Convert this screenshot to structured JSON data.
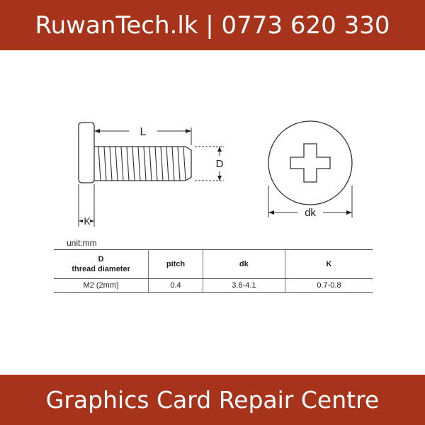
{
  "banner": {
    "top_text": "RuwanTech.lk | 0773 620 330",
    "bottom_text": "Graphics Card Repair Centre"
  },
  "diagram": {
    "length_label": "L",
    "diameter_label": "D",
    "head_height_label": "K",
    "head_diameter_label": "dk"
  },
  "table": {
    "unit": "unit:mm",
    "headers": {
      "d_line1": "D",
      "d_line2": "thread diameter",
      "pitch": "pitch",
      "dk": "dk",
      "k": "K"
    },
    "row": {
      "d": "M2 (2mm)",
      "pitch": "0.4",
      "dk": "3.8-4.1",
      "k": "0.7-0.8"
    }
  },
  "colors": {
    "banner": "#a8331b",
    "banner_text": "#ffffff",
    "line": "#333333"
  }
}
